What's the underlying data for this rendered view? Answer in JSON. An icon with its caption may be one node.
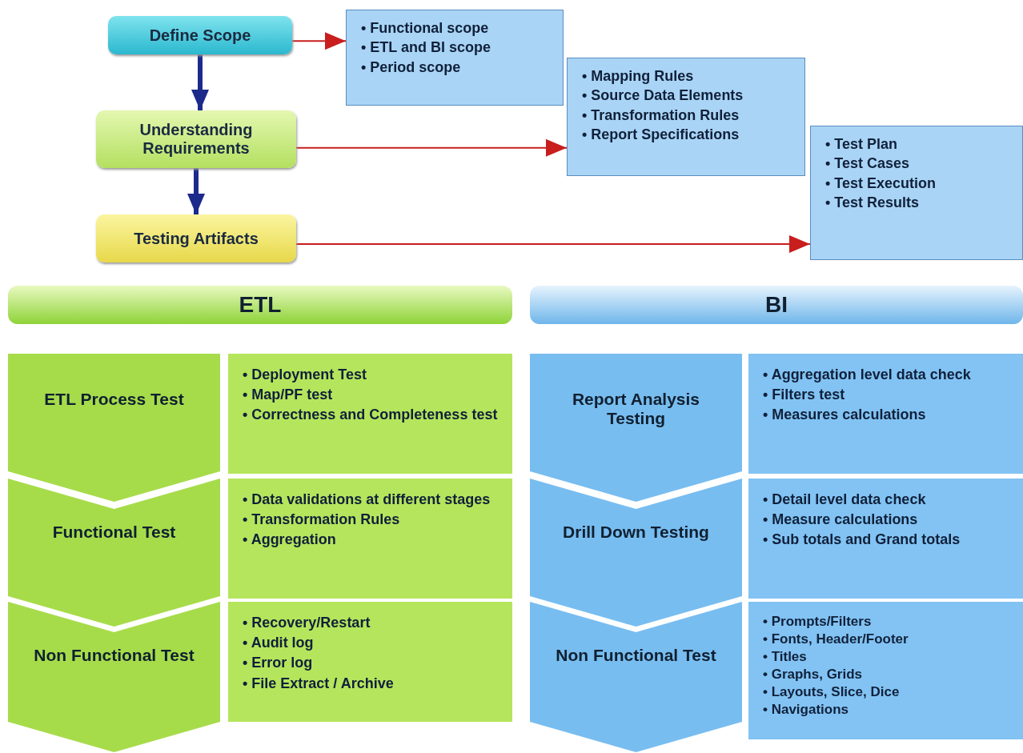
{
  "diagram": {
    "nodes": [
      {
        "text": [
          "Define Scope"
        ]
      },
      {
        "text": [
          "• Functional scope",
          "• ETL and BI scope",
          "• Period scope"
        ]
      },
      {
        "text": [
          "Understanding Requirements"
        ]
      },
      {
        "text": [
          "• Mapping Rules",
          "• Source Data Elements",
          "• Transformation Rules",
          "• Report Specifications"
        ]
      },
      {
        "text": [
          "Testing Artifacts"
        ]
      },
      {
        "text": [
          "• Test Plan",
          "• Test Cases",
          "• Test Execution",
          "• Test Results"
        ]
      },
      {
        "text": [
          "ETL"
        ]
      },
      {
        "text": [
          "ETL Process Test"
        ]
      },
      {
        "text": [
          "• Deployment Test",
          "• Map/PF test",
          "• Correctness and Completeness test"
        ]
      },
      {
        "text": [
          "Functional Test"
        ]
      },
      {
        "text": [
          "• Data validations at different stages",
          "• Transformation Rules",
          "• Aggregation"
        ]
      },
      {
        "text": [
          "Non Functional Test"
        ]
      },
      {
        "text": [
          "• Recovery/Restart",
          "• Audit log",
          "• Error log",
          "• File Extract / Archive"
        ]
      },
      {
        "text": [
          "BI"
        ]
      },
      {
        "text": [
          "Report Analysis Testing"
        ]
      },
      {
        "text": [
          "• Aggregation level data check",
          "• Filters test",
          "• Measures calculations"
        ]
      },
      {
        "text": [
          "Drill Down Testing"
        ]
      },
      {
        "text": [
          "• Detail level data check",
          "• Measure calculations",
          "• Sub totals and Grand totals"
        ]
      },
      {
        "text": [
          "Non Functional Test"
        ]
      },
      {
        "text": [
          "• Prompts/Filters",
          "• Fonts, Header/Footer",
          "• Titles",
          "• Graphs, Grids",
          "• Layouts, Slice, Dice",
          "• Navigations"
        ]
      }
    ],
    "edges": [
      {
        "from": 0,
        "to": 1,
        "arrow": "to"
      },
      {
        "from": 0,
        "to": 2,
        "arrow": "to",
        "style": "thick",
        "color": "#1c2a8c"
      },
      {
        "from": 2,
        "to": 3,
        "arrow": "to"
      },
      {
        "from": 2,
        "to": 4,
        "arrow": "to",
        "style": "thick",
        "color": "#1c2a8c"
      },
      {
        "from": 4,
        "to": 5,
        "arrow": "to"
      }
    ]
  }
}
